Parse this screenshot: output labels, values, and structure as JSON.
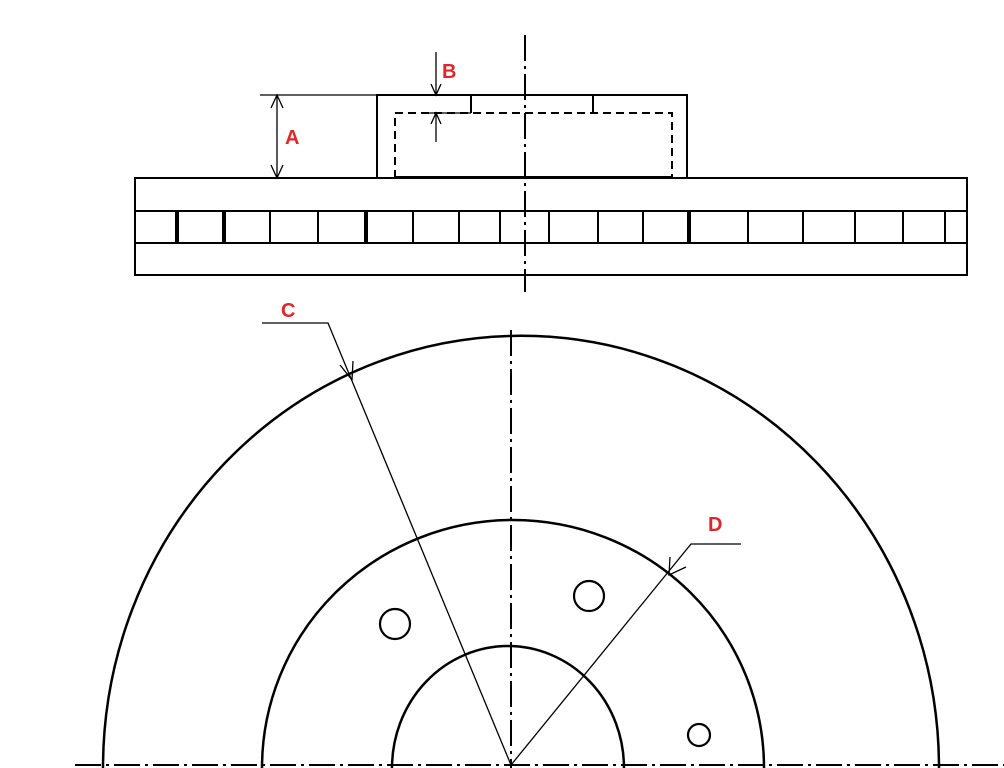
{
  "labels": {
    "a": "A",
    "b": "B",
    "c": "C",
    "d": "D"
  },
  "colors": {
    "line": "#000000",
    "label": "#e0262b",
    "background": "#ffffff"
  }
}
